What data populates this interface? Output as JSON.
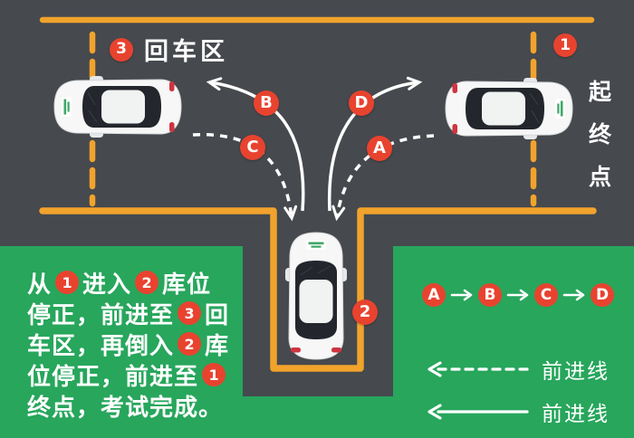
{
  "colors": {
    "road": "#46494E",
    "green": "#27A65C",
    "orange": "#F1A32C",
    "red": "#E8432F",
    "white": "#FFFFFF",
    "glass": "#23262C",
    "taillight": "#CF3440",
    "logo_green": "#3FA768"
  },
  "road_labels": {
    "turn_zone": {
      "num": "3",
      "label": "回车区"
    },
    "start_point": {
      "num": "1"
    },
    "start_end_vertical": "起终点",
    "bay": {
      "num": "2"
    }
  },
  "curves": [
    {
      "letter": "B"
    },
    {
      "letter": "C"
    },
    {
      "letter": "D"
    },
    {
      "letter": "A"
    }
  ],
  "instructions": {
    "lines": [
      [
        {
          "t": "tx",
          "v": "从"
        },
        {
          "t": "n",
          "v": "1"
        },
        {
          "t": "tx",
          "v": "进入"
        },
        {
          "t": "n",
          "v": "2"
        },
        {
          "t": "tx",
          "v": "库位"
        }
      ],
      [
        {
          "t": "tx",
          "v": "停正，前进至"
        },
        {
          "t": "n",
          "v": "3"
        },
        {
          "t": "tx",
          "v": "回"
        }
      ],
      [
        {
          "t": "tx",
          "v": "车区，再倒入"
        },
        {
          "t": "n",
          "v": "2"
        },
        {
          "t": "tx",
          "v": "库"
        }
      ],
      [
        {
          "t": "tx",
          "v": "位停正，前进至"
        },
        {
          "t": "n",
          "v": "1"
        }
      ],
      [
        {
          "t": "tx",
          "v": "终点，考试完成。"
        }
      ]
    ]
  },
  "legend": {
    "sequence": [
      "A",
      "B",
      "C",
      "D"
    ],
    "rows": [
      {
        "style": "dashed",
        "label": "前进线"
      },
      {
        "style": "solid",
        "label": "前进线"
      }
    ]
  }
}
